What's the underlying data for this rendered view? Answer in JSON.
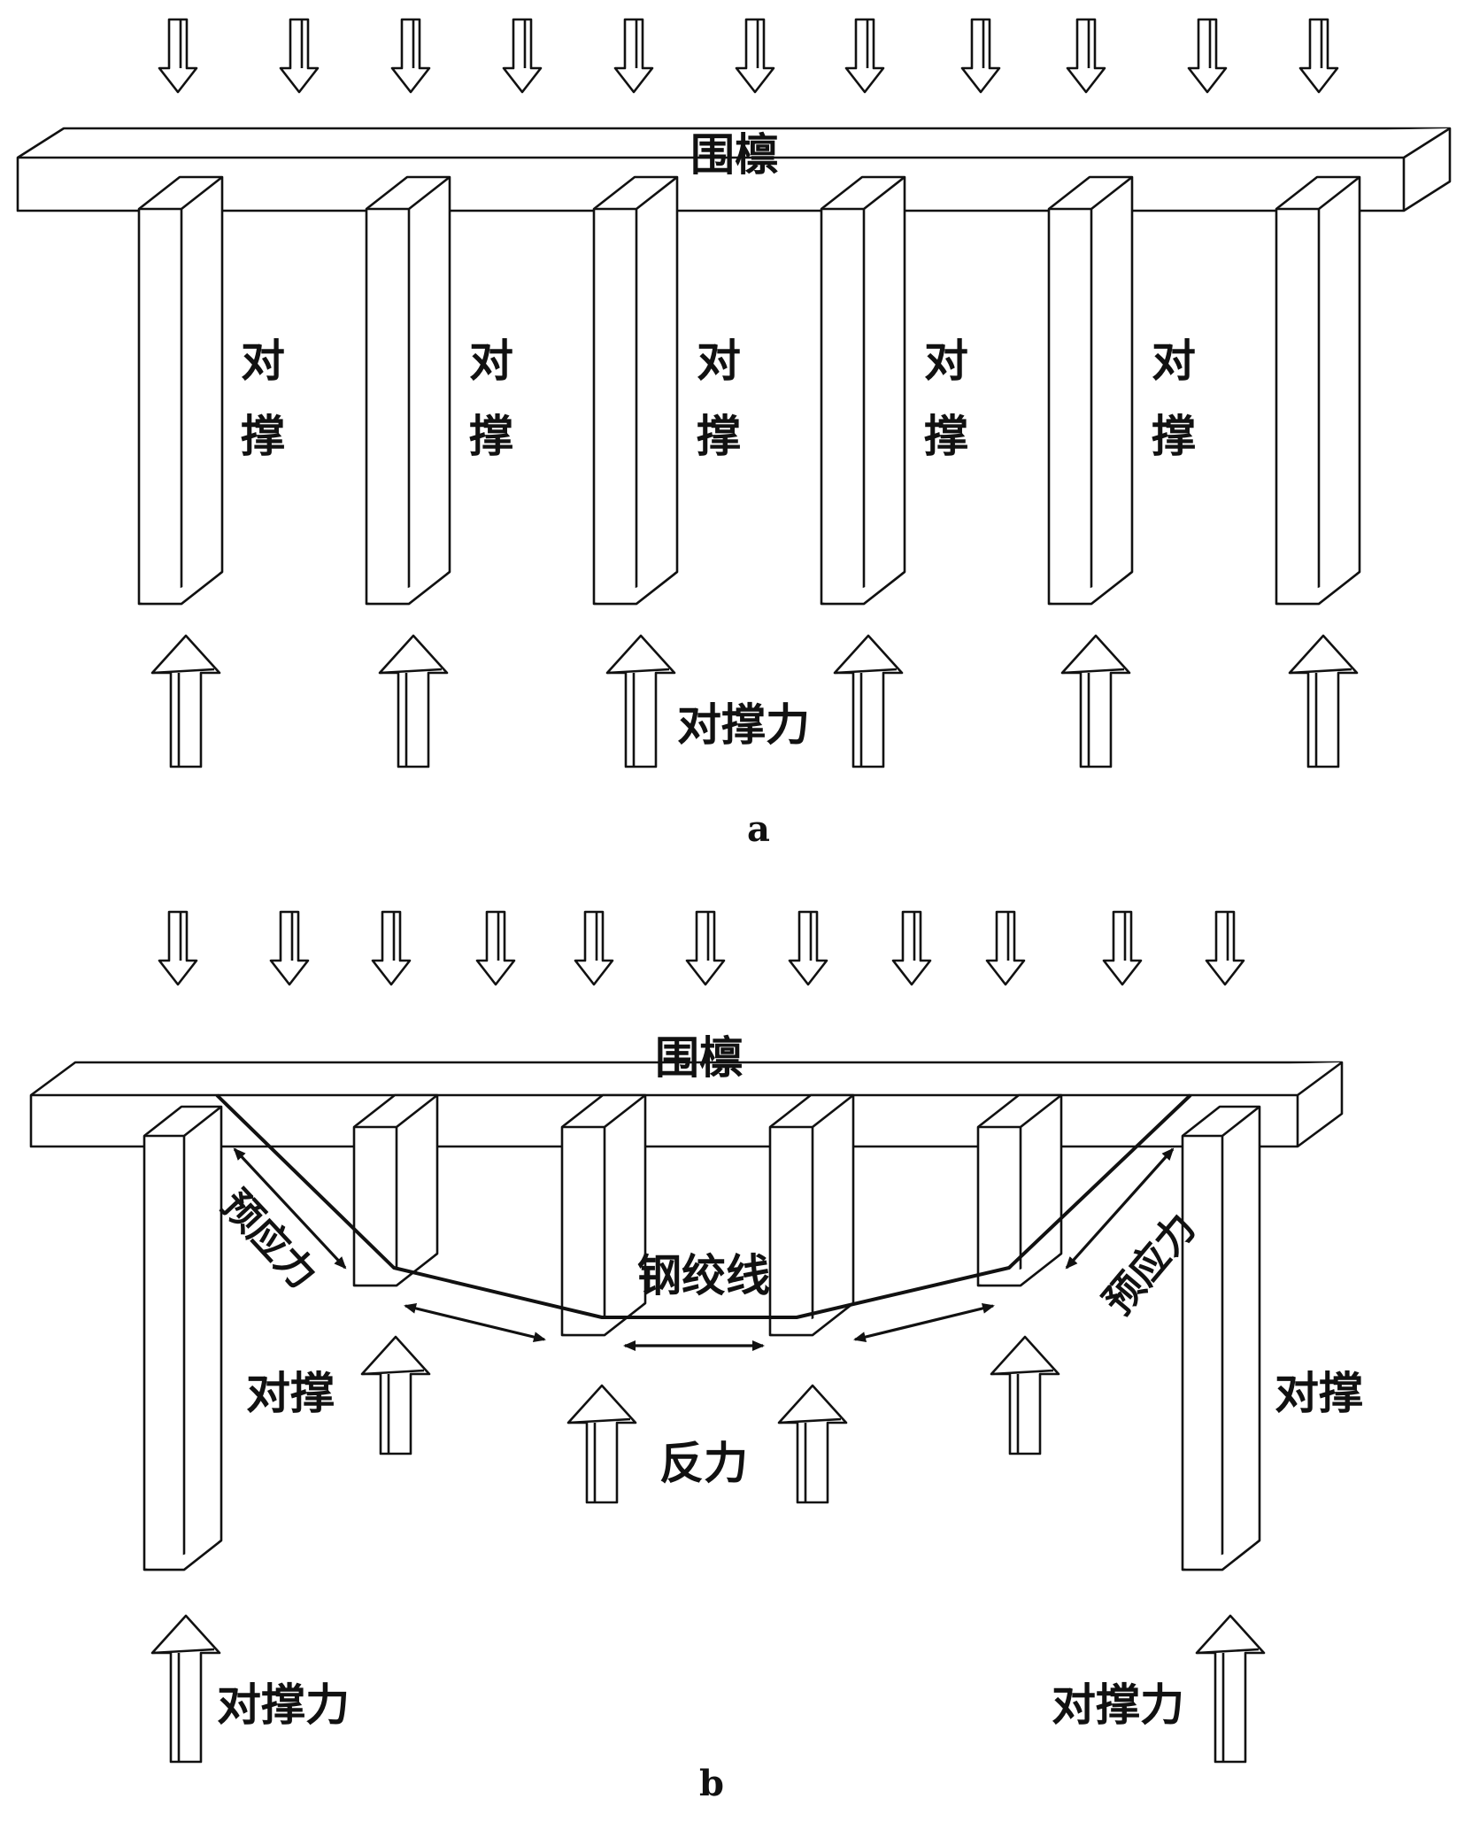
{
  "panel_a": {
    "waling_label": "围檩",
    "strut_label_top": "对",
    "strut_label_bottom": "撑",
    "force_label": "对撑力",
    "caption": "a"
  },
  "panel_b": {
    "waling_label": "围檩",
    "strand_label": "钢绞线",
    "prestress_label_left": "预应力",
    "prestress_label_right": "预应力",
    "strut_label_left": "对撑",
    "strut_label_right": "对撑",
    "reaction_label": "反力",
    "force_label_left": "对撑力",
    "force_label_right": "对撑力",
    "caption": "b"
  },
  "colors": {
    "line": "#111111",
    "fill": "#ffffff"
  }
}
